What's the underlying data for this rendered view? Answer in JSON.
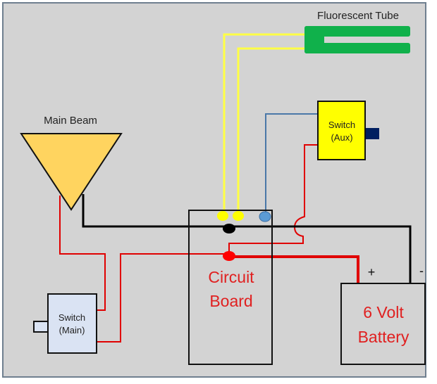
{
  "diagram": {
    "background_color": "#d3d3d3",
    "components": {
      "fluorescent_tube": {
        "label": "Fluorescent Tube",
        "color": "#10b14b"
      },
      "switch_aux": {
        "label_line1": "Switch",
        "label_line2": "(Aux)",
        "color": "#ffff00",
        "knob_color": "#001f60"
      },
      "main_beam": {
        "label": "Main Beam",
        "color": "#ffd45f"
      },
      "switch_main": {
        "label_line1": "Switch",
        "label_line2": "(Main)",
        "color": "#dae3f3"
      },
      "circuit_board": {
        "label_line1": "Circuit",
        "label_line2": "Board",
        "text_color": "#e02020"
      },
      "battery": {
        "label_line1": "6 Volt",
        "label_line2": "Battery",
        "text_color": "#e02020",
        "plus": "+",
        "minus": "-"
      }
    },
    "wire_colors": {
      "positive": "#e00000",
      "ground": "#000000",
      "tube": "#ffff44",
      "aux": "#4a78a8"
    },
    "terminal_colors": {
      "tube": "#ffff00",
      "aux": "#5b9bd5",
      "ground": "#000000",
      "positive": "#ff0000"
    }
  }
}
